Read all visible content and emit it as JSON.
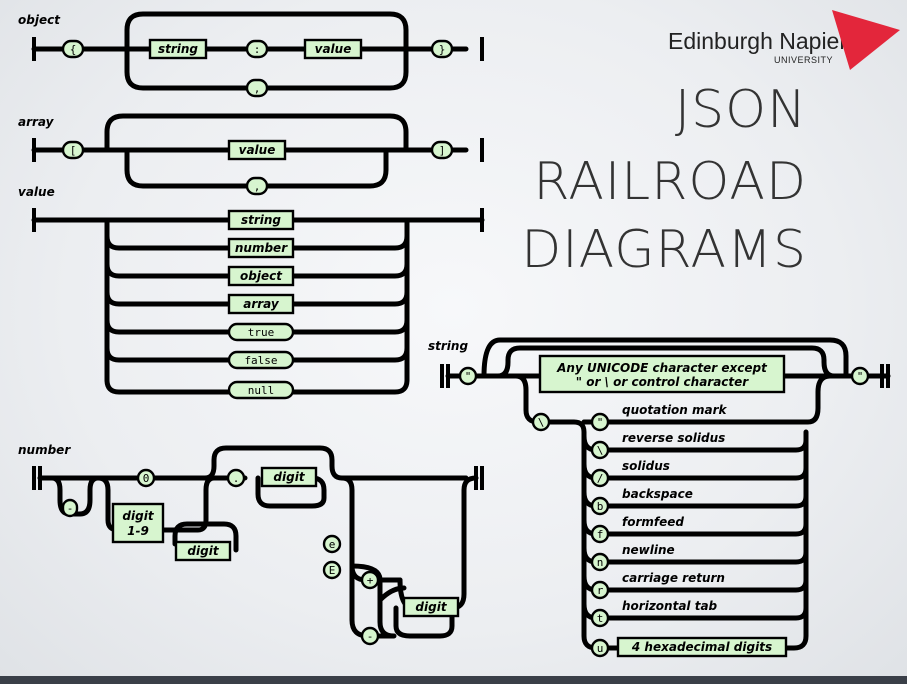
{
  "brand": {
    "name": "Edinburgh Napier",
    "sub": "UNIVERSITY",
    "accent": "#e3263b"
  },
  "title": {
    "line1": "JSON",
    "line2": "RAILROAD",
    "line3": "DIAGRAMS"
  },
  "diagrams": {
    "object": {
      "label": "object",
      "open": "{",
      "close": "}",
      "string": "string",
      "colon": ":",
      "value": "value",
      "comma": ","
    },
    "array": {
      "label": "array",
      "open": "[",
      "close": "]",
      "value": "value",
      "comma": ","
    },
    "value": {
      "label": "value",
      "options_nt": [
        "string",
        "number",
        "object",
        "array"
      ],
      "options_t": [
        "true",
        "false",
        "null"
      ]
    },
    "number": {
      "label": "number",
      "minus": "-",
      "zero": "0",
      "digit19_a": "digit",
      "digit19_b": "1-9",
      "digit": "digit",
      "dot": ".",
      "e_lower": "e",
      "e_upper": "E",
      "plus": "+",
      "minus2": "-"
    },
    "string": {
      "label": "string",
      "quote": "\"",
      "any_line1": "Any UNICODE character except",
      "any_line2": "\" or \\ or control character",
      "backslash": "\\",
      "escapes": [
        {
          "char": "\"",
          "desc": "quotation mark"
        },
        {
          "char": "\\",
          "desc": "reverse solidus"
        },
        {
          "char": "/",
          "desc": "solidus"
        },
        {
          "char": "b",
          "desc": "backspace"
        },
        {
          "char": "f",
          "desc": "formfeed"
        },
        {
          "char": "n",
          "desc": "newline"
        },
        {
          "char": "r",
          "desc": "carriage return"
        },
        {
          "char": "t",
          "desc": "horizontal tab"
        },
        {
          "char": "u",
          "desc": ""
        }
      ],
      "hex": "4 hexadecimal digits"
    }
  }
}
